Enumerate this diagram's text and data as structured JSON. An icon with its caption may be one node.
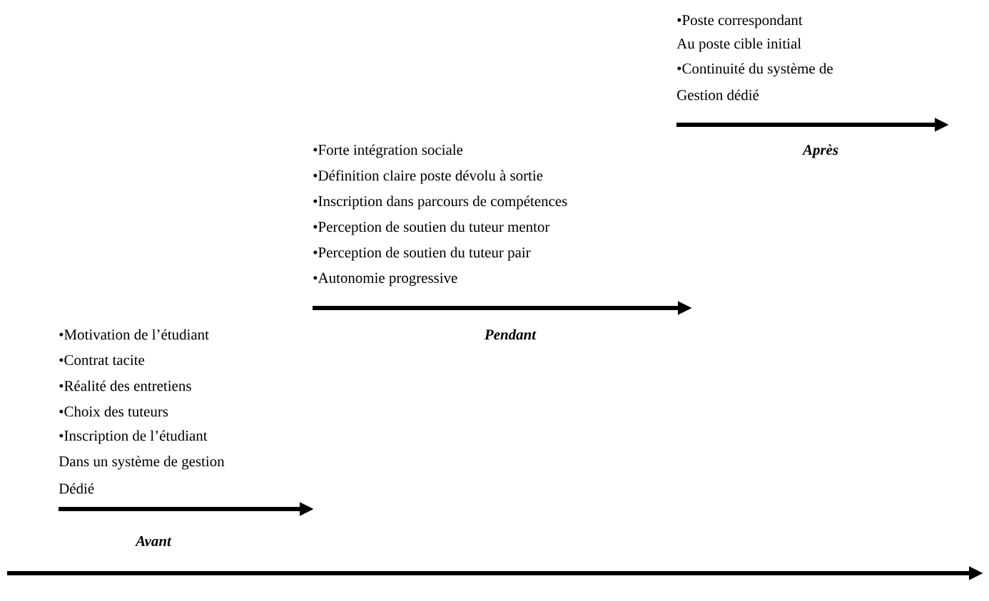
{
  "diagram": {
    "labels": [
      "•Poste correspondant",
      "Au poste cible initial",
      "•Continuité du système de",
      "Gestion dédié",
      "•Forte intégration sociale",
      "Après",
      "•Définition claire poste dévolu à sortie",
      "•Inscription dans parcours de compétences",
      "•Perception de soutien du tuteur mentor",
      "•Perception de soutien du tuteur pair",
      "•Autonomie progressive",
      "•Motivation de l’étudiant",
      "Pendant",
      "•Contrat tacite",
      "•Réalité des entretiens",
      "•Choix des tuteurs",
      "•Inscription de l’étudiant",
      "Dans un système de gestion",
      "Dédié",
      "Avant"
    ]
  }
}
